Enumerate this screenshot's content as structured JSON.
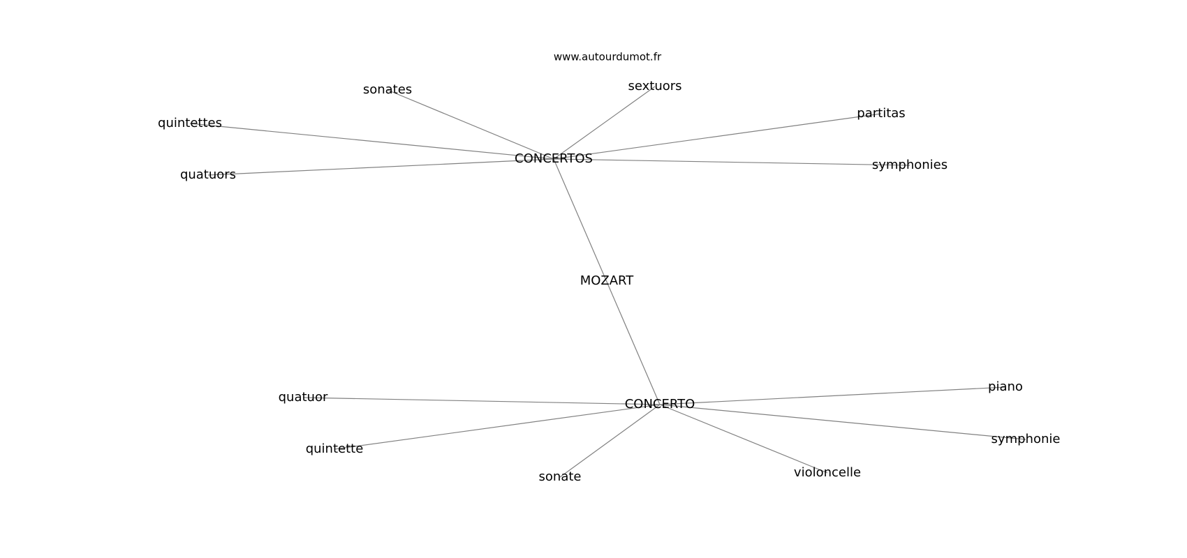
{
  "source_label": "www.autourdumot.fr",
  "graph": {
    "nodes": [
      {
        "id": "mozart",
        "label": "MOZART"
      },
      {
        "id": "concertos",
        "label": "CONCERTOS"
      },
      {
        "id": "concerto",
        "label": "CONCERTO"
      },
      {
        "id": "sonates",
        "label": "sonates"
      },
      {
        "id": "sextuors",
        "label": "sextuors"
      },
      {
        "id": "partitas",
        "label": "partitas"
      },
      {
        "id": "quintettes",
        "label": "quintettes"
      },
      {
        "id": "quatuors",
        "label": "quatuors"
      },
      {
        "id": "symphonies",
        "label": "symphonies"
      },
      {
        "id": "quatuor",
        "label": "quatuor"
      },
      {
        "id": "quintette",
        "label": "quintette"
      },
      {
        "id": "sonate",
        "label": "sonate"
      },
      {
        "id": "violoncelle",
        "label": "violoncelle"
      },
      {
        "id": "piano",
        "label": "piano"
      },
      {
        "id": "symphonie",
        "label": "symphonie"
      }
    ],
    "edges": [
      [
        "concertos",
        "concerto"
      ],
      [
        "concertos",
        "sonates"
      ],
      [
        "concertos",
        "sextuors"
      ],
      [
        "concertos",
        "partitas"
      ],
      [
        "concertos",
        "quintettes"
      ],
      [
        "concertos",
        "quatuors"
      ],
      [
        "concertos",
        "symphonies"
      ],
      [
        "concerto",
        "quatuor"
      ],
      [
        "concerto",
        "quintette"
      ],
      [
        "concerto",
        "sonate"
      ],
      [
        "concerto",
        "violoncelle"
      ],
      [
        "concerto",
        "piano"
      ],
      [
        "concerto",
        "symphonie"
      ]
    ]
  }
}
